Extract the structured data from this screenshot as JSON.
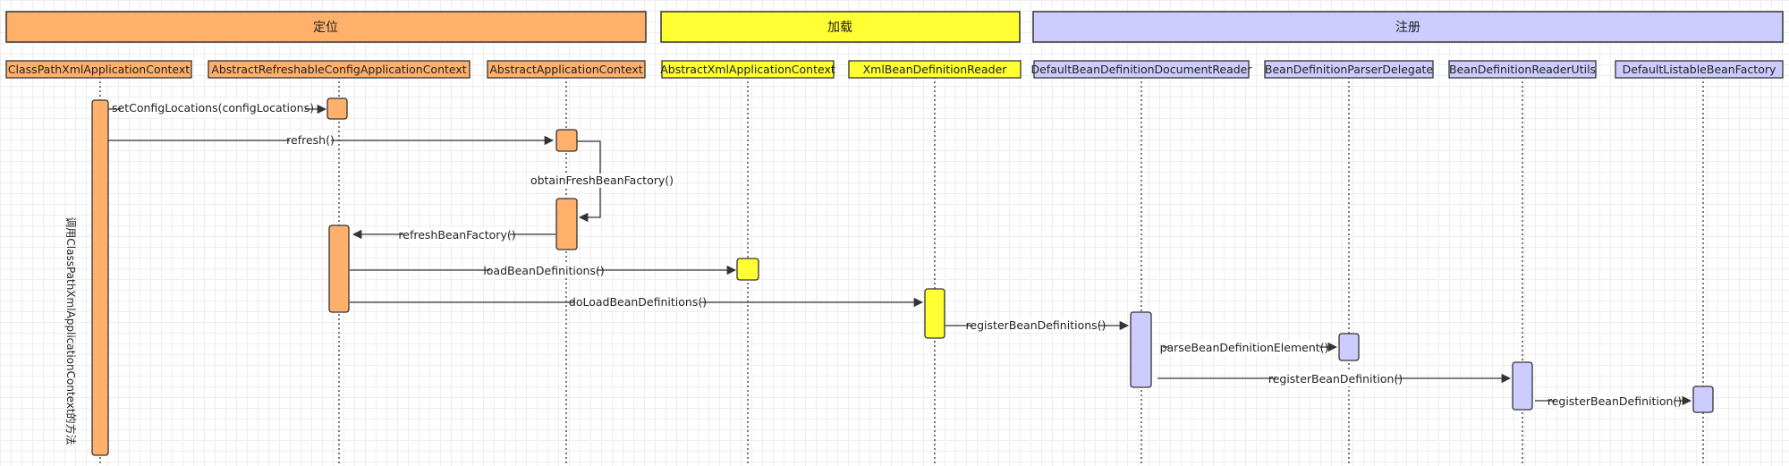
{
  "colors": {
    "orange": "#FFB06B",
    "yellow": "#FFFF33",
    "purple": "#CCCCFF",
    "border": "#333333"
  },
  "phases": [
    {
      "label": "定位",
      "color": "orange"
    },
    {
      "label": "加载",
      "color": "yellow"
    },
    {
      "label": "注册",
      "color": "purple"
    }
  ],
  "lanes": [
    {
      "label": "ClassPathXmlApplicationContext",
      "color": "orange"
    },
    {
      "label": "AbstractRefreshableConfigApplicationContext",
      "color": "orange"
    },
    {
      "label": "AbstractApplicationContext",
      "color": "orange"
    },
    {
      "label": "AbstractXmlApplicationContext",
      "color": "yellow"
    },
    {
      "label": "XmlBeanDefinitionReader",
      "color": "yellow"
    },
    {
      "label": "DefaultBeanDefinitionDocumentReader",
      "color": "purple"
    },
    {
      "label": "BeanDefinitionParserDelegate",
      "color": "purple"
    },
    {
      "label": "BeanDefinitionReaderUtils",
      "color": "purple"
    },
    {
      "label": "DefaultListableBeanFactory",
      "color": "purple"
    }
  ],
  "messages": [
    {
      "label": "setConfigLocations(configLocations)"
    },
    {
      "label": "refresh()"
    },
    {
      "label": "obtainFreshBeanFactory()"
    },
    {
      "label": "refreshBeanFactory()"
    },
    {
      "label": "loadBeanDefinitions()"
    },
    {
      "label": "doLoadBeanDefinitions()"
    },
    {
      "label": "registerBeanDefinitions()"
    },
    {
      "label": "parseBeanDefinitionElement()"
    },
    {
      "label": "registerBeanDefinition()"
    },
    {
      "label": "registerBeanDefinition()"
    }
  ],
  "vertical_note": "调用ClassPathXmlApplicationContext的方法"
}
